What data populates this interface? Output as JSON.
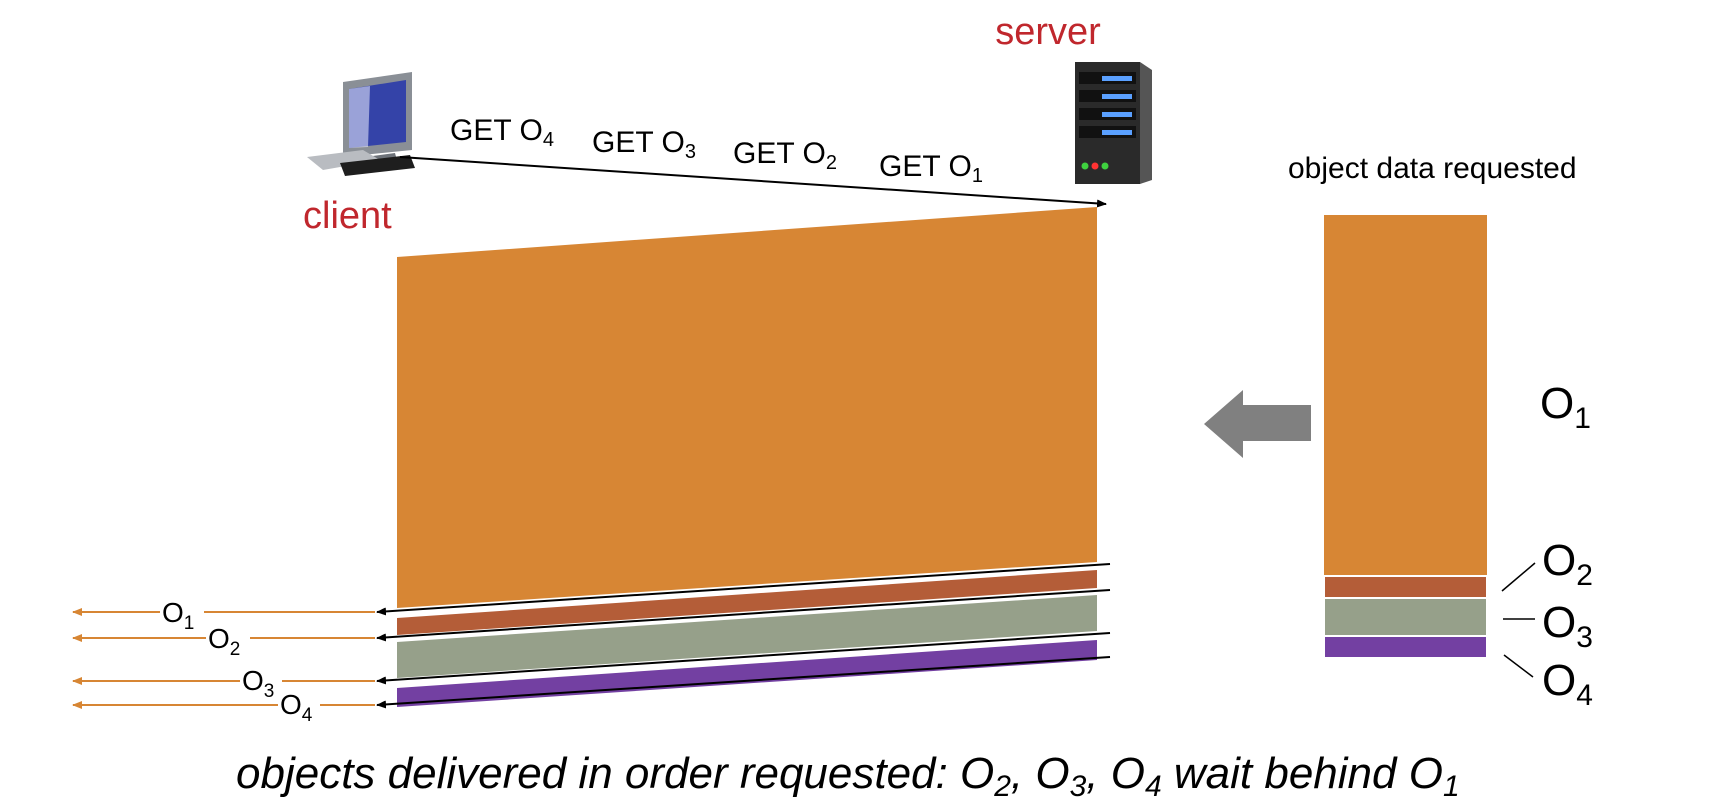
{
  "labels": {
    "server": "server",
    "client": "client",
    "panel_title": "object data requested"
  },
  "requests": [
    {
      "verb": "GET O",
      "sub": "4"
    },
    {
      "verb": "GET O",
      "sub": "3"
    },
    {
      "verb": "GET O",
      "sub": "2"
    },
    {
      "verb": "GET O",
      "sub": "1"
    }
  ],
  "objects": [
    {
      "letter": "O",
      "sub": "1",
      "color": "#d78634"
    },
    {
      "letter": "O",
      "sub": "2",
      "color": "#b45d38"
    },
    {
      "letter": "O",
      "sub": "3",
      "color": "#96a08a"
    },
    {
      "letter": "O",
      "sub": "4",
      "color": "#7340a2"
    }
  ],
  "arrivals": [
    {
      "letter": "O",
      "sub": "1"
    },
    {
      "letter": "O",
      "sub": "2"
    },
    {
      "letter": "O",
      "sub": "3"
    },
    {
      "letter": "O",
      "sub": "4"
    }
  ],
  "caption": {
    "prefix": "objects delivered in order requested: O",
    "s2": "2",
    "mid1": ", O",
    "s3": "3",
    "mid2": ", O",
    "s4": "4",
    "mid3": " wait behind O",
    "s1": "1"
  },
  "colors": {
    "role_label": "#c0272d",
    "arrival_arrow": "#d78634",
    "move_arrow": "#808080"
  }
}
